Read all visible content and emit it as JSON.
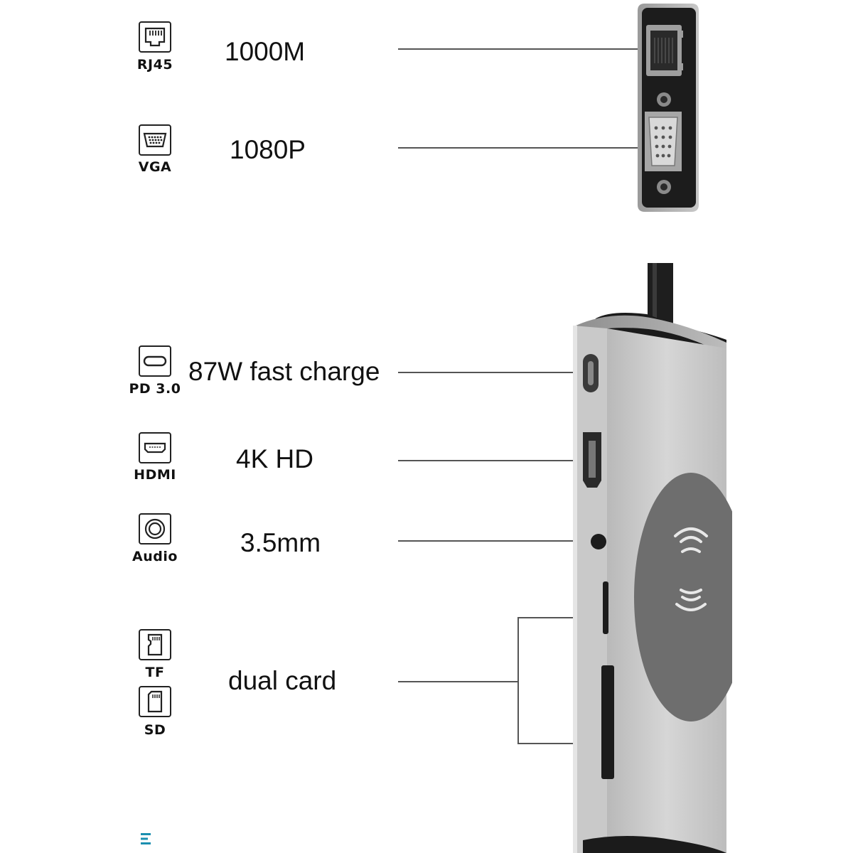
{
  "ports": [
    {
      "icon": "rj45-icon",
      "label": "RJ45",
      "feature": "1000M"
    },
    {
      "icon": "vga-icon",
      "label": "VGA",
      "feature": "1080P"
    },
    {
      "icon": "usb-c-icon",
      "label": "PD 3.0",
      "feature": "87W fast charge"
    },
    {
      "icon": "hdmi-icon",
      "label": "HDMI",
      "feature": "4K HD"
    },
    {
      "icon": "audio-jack-icon",
      "label": "Audio",
      "feature": "3.5mm"
    },
    {
      "icon": "tf-card-icon",
      "label": "TF",
      "feature": "dual card"
    },
    {
      "icon": "sd-card-icon",
      "label": "SD",
      "feature": ""
    }
  ],
  "colors": {
    "text": "#111111",
    "hub_body": "#a9a9a9",
    "hub_face": "#c4c4c4",
    "wireless_pad": "#6e6e6e",
    "end_panel": "#1c1c1c",
    "accent": "#1a8fb0"
  }
}
